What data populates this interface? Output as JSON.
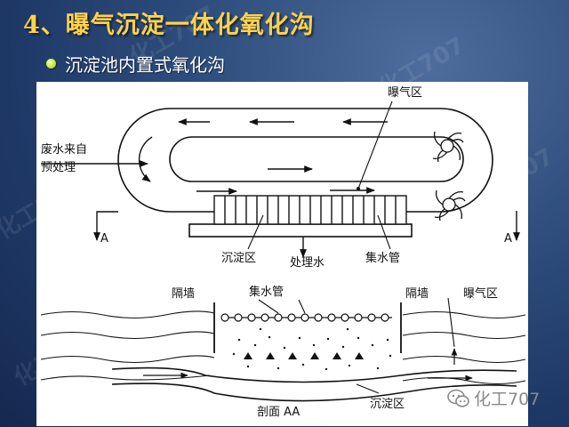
{
  "slide": {
    "title": "4、曝气沉淀一体化氧化沟",
    "bullet": "沉淀池内置式氧化沟"
  },
  "watermark_text": "化工707",
  "diagram": {
    "plan_labels": {
      "aeration_zone": "曝气区",
      "inflow_line1": "废水来自",
      "inflow_line2": "预处理",
      "section_mark_left": "A",
      "section_mark_right": "A",
      "settling_zone": "沉淀区",
      "treated_water": "处理水",
      "collector_pipe": "集水管"
    },
    "section_labels": {
      "baffle_left": "隔墙",
      "collector_pipe": "集水管",
      "baffle_right": "隔墙",
      "aeration_zone": "曝气区",
      "section_name": "剖面 AA",
      "settling_zone": "沉淀区"
    }
  },
  "brand": {
    "text": "化工707",
    "icon": "wechat-icon"
  },
  "colors": {
    "background": "#1e3866",
    "title": "#ffd24a",
    "bullet": "#c7ea33"
  }
}
